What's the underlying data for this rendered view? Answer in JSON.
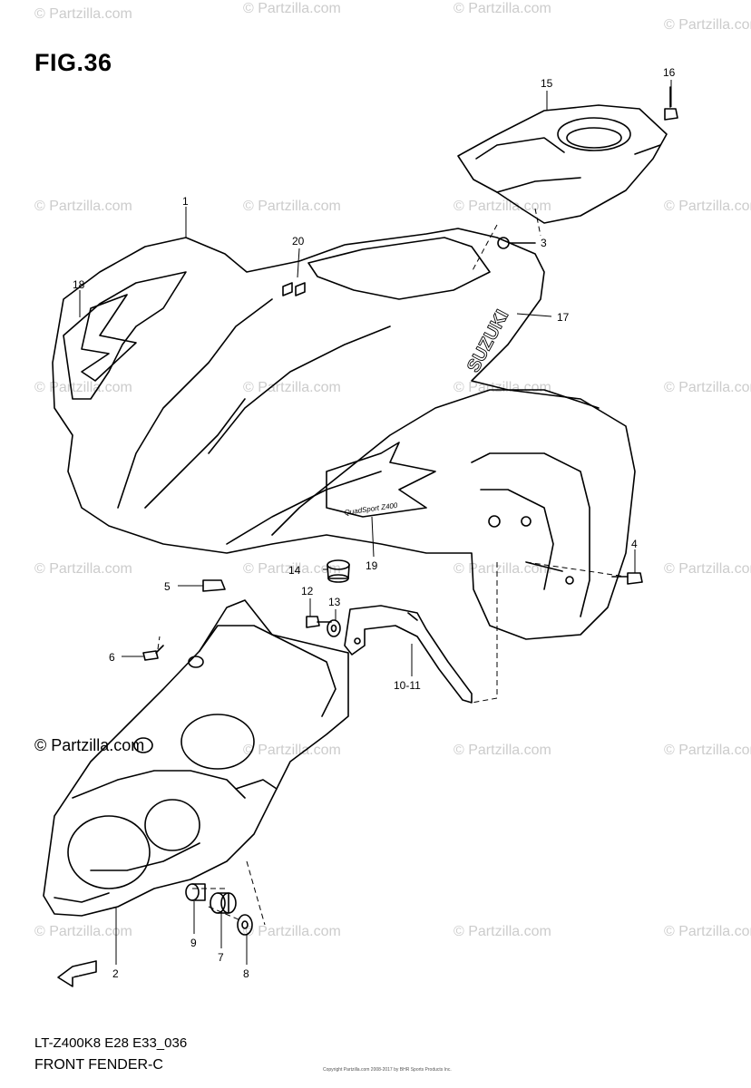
{
  "header": {
    "figure": "FIG.36"
  },
  "footer": {
    "code": "LT-Z400K8 E28 E33_036",
    "caption": "FRONT FENDER-C",
    "copyright_small": "Copyright Partzilla.com 2008-2017 by BHR Sports Products Inc."
  },
  "watermark": {
    "text": "© Partzilla.com",
    "prominent": "© Partzilla.com"
  },
  "decal_text": {
    "brand": "SUZUKI",
    "model": "QuadSport Z400"
  },
  "callouts": [
    {
      "id": "c1",
      "label": "1"
    },
    {
      "id": "c2",
      "label": "2"
    },
    {
      "id": "c3",
      "label": "3"
    },
    {
      "id": "c4",
      "label": "4"
    },
    {
      "id": "c5",
      "label": "5"
    },
    {
      "id": "c6",
      "label": "6"
    },
    {
      "id": "c7",
      "label": "7"
    },
    {
      "id": "c8",
      "label": "8"
    },
    {
      "id": "c9",
      "label": "9"
    },
    {
      "id": "c10",
      "label": "10-11"
    },
    {
      "id": "c12",
      "label": "12"
    },
    {
      "id": "c13",
      "label": "13"
    },
    {
      "id": "c14",
      "label": "14"
    },
    {
      "id": "c15",
      "label": "15"
    },
    {
      "id": "c16",
      "label": "16"
    },
    {
      "id": "c17",
      "label": "17"
    },
    {
      "id": "c18",
      "label": "18"
    },
    {
      "id": "c19",
      "label": "19"
    },
    {
      "id": "c20",
      "label": "20"
    }
  ],
  "fwd_label": "FWD"
}
